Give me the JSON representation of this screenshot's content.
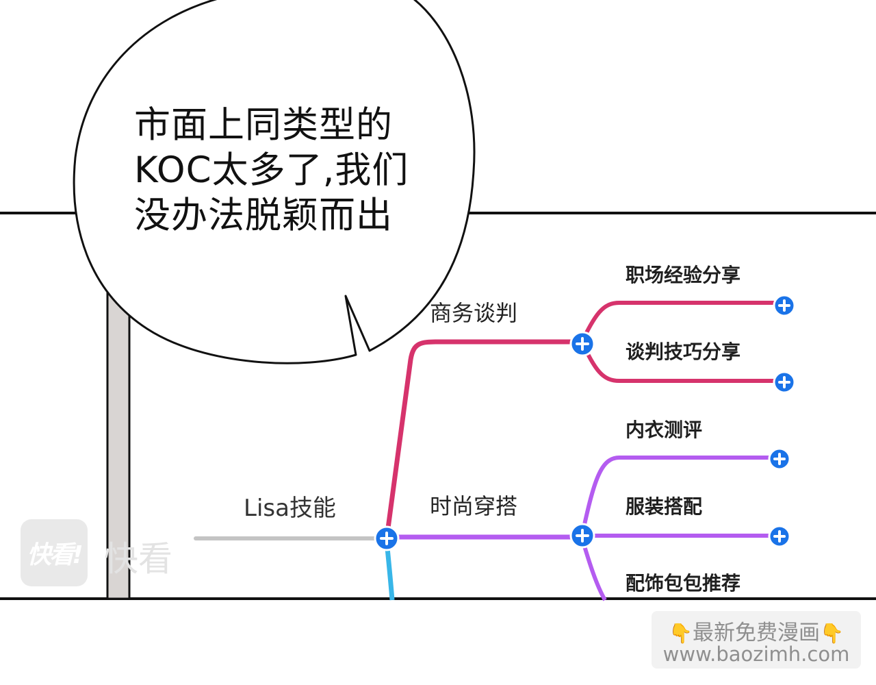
{
  "speech_bubble": {
    "lines": [
      "市面上同类型的",
      "KOC太多了,我们",
      "没办法脱颖而出"
    ]
  },
  "mindmap": {
    "root": "Lisa技能",
    "branches": [
      {
        "label": "商务谈判",
        "color": "#d6336c",
        "children": [
          "职场经验分享",
          "谈判技巧分享"
        ]
      },
      {
        "label": "时尚穿搭",
        "color": "#b45cf0",
        "children": [
          "内衣测评",
          "服装搭配",
          "配饰包包推荐"
        ]
      }
    ],
    "lower_branch_color": "#38b6e8",
    "node_color": "#1a73e8",
    "node_icon": "plus-icon"
  },
  "watermark": {
    "badge": "快看!",
    "text": "快看"
  },
  "promo": {
    "line1": "最新免费漫画",
    "line2": "www.baozimh.com",
    "icon": "pointing-down-hand-icon"
  }
}
